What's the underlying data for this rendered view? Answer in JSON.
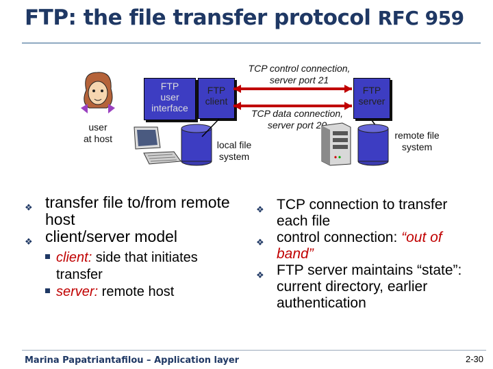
{
  "title": {
    "main": "FTP: the file transfer protocol",
    "rfc": "RFC 959"
  },
  "diagram": {
    "user_label": "user\nat host",
    "ftp_ui_label": "FTP\nuser\ninterface",
    "ftp_client_label": "FTP\nclient",
    "ftp_server_label": "FTP\nserver",
    "control_conn_label": "TCP control connection,\nserver port 21",
    "data_conn_label": "TCP data connection,\nserver port 20",
    "local_fs_label": "local file\nsystem",
    "remote_fs_label": "remote file\nsystem"
  },
  "left_bullets": [
    {
      "text": "transfer file to/from remote host"
    },
    {
      "text": "client/server model"
    }
  ],
  "sub_bullets": [
    {
      "term": "client:",
      "rest": " side that initiates transfer"
    },
    {
      "term": "server:",
      "rest": " remote host"
    }
  ],
  "right_bullets": [
    {
      "pre": "TCP connection to transfer each file",
      "em": ""
    },
    {
      "pre": "control connection: ",
      "em": "“out of band”"
    },
    {
      "pre": "FTP server maintains “state”: current directory, earlier authentication",
      "em": ""
    }
  ],
  "footer": {
    "author": "Marina Papatriantafilou – Application layer",
    "slide": "2-30"
  },
  "colors": {
    "title": "#1f3864",
    "box": "#3d3dc2",
    "arrow": "#c00000"
  }
}
